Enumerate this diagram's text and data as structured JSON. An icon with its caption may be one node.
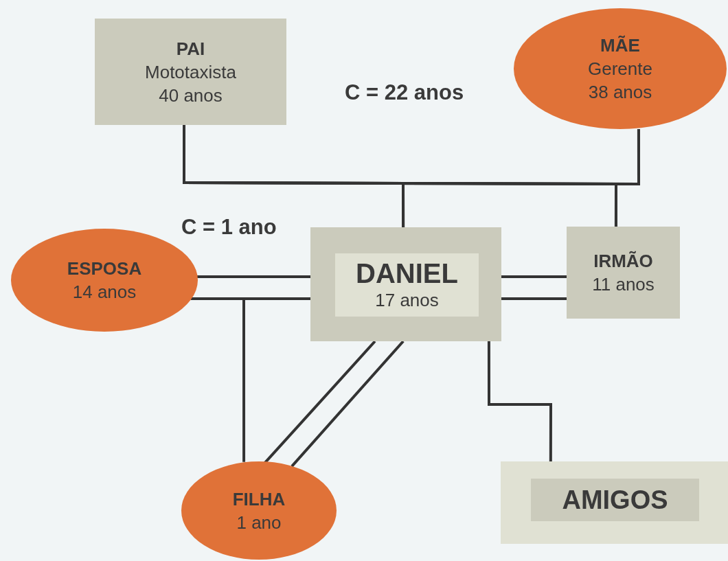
{
  "diagram": {
    "nodes": [
      {
        "text": [
          "PAI",
          "Mototaxista",
          "40 anos"
        ]
      },
      {
        "text": [
          "MÃE",
          "Gerente",
          "38 anos"
        ]
      },
      {
        "text": [
          "DANIEL",
          "17 anos"
        ]
      },
      {
        "text": [
          "ESPOSA",
          "14 anos"
        ]
      },
      {
        "text": [
          "IRMÃO",
          "11 anos"
        ]
      },
      {
        "text": [
          "FILHA",
          "1 ano"
        ]
      },
      {
        "text": [
          "AMIGOS"
        ]
      }
    ],
    "edges": [
      {
        "from": 0,
        "to": 1,
        "arrow": "none"
      },
      {
        "from": 0,
        "to": 2,
        "arrow": "none"
      },
      {
        "from": 1,
        "to": 2,
        "arrow": "none"
      },
      {
        "from": 0,
        "to": 4,
        "arrow": "none"
      },
      {
        "from": 1,
        "to": 4,
        "arrow": "none"
      },
      {
        "from": 3,
        "to": 2,
        "arrow": "none"
      },
      {
        "from": 3,
        "to": 2,
        "arrow": "none"
      },
      {
        "from": 2,
        "to": 4,
        "arrow": "none"
      },
      {
        "from": 2,
        "to": 4,
        "arrow": "none"
      },
      {
        "from": 2,
        "to": 5,
        "arrow": "none"
      },
      {
        "from": 2,
        "to": 5,
        "arrow": "none"
      },
      {
        "from": 3,
        "to": 5,
        "arrow": "none"
      },
      {
        "from": 2,
        "to": 6,
        "arrow": "none"
      }
    ],
    "labels": [
      "C = 22 anos",
      "C = 1 ano"
    ]
  }
}
